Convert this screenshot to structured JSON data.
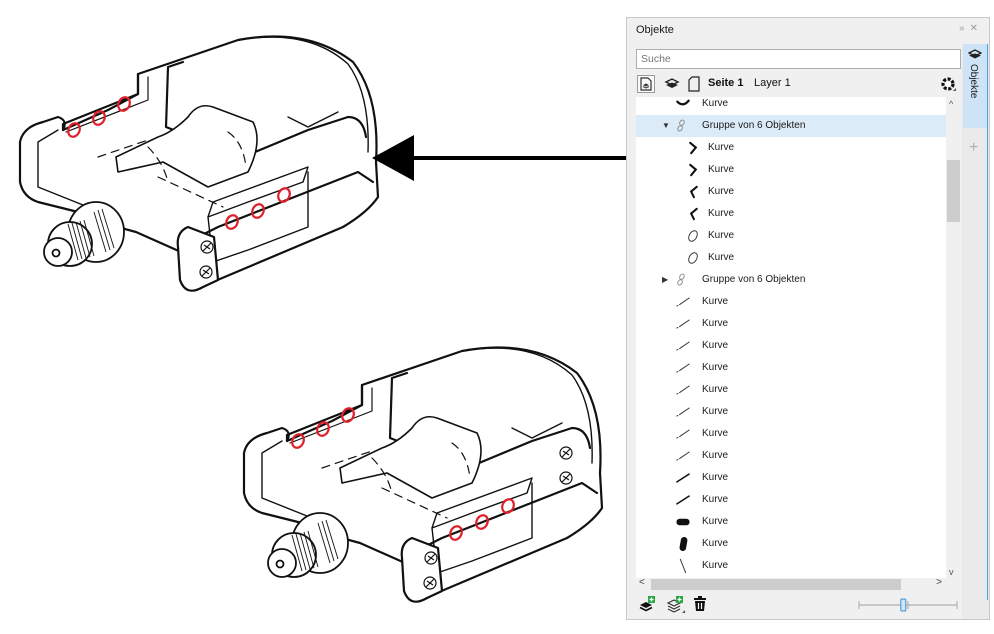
{
  "panel": {
    "title": "Objekte",
    "title_buttons": "⏵⏵ ✕",
    "search_placeholder": "Suche",
    "search_value": "Suche",
    "page_label": "Seite 1",
    "layer_label": "Layer 1",
    "side_tab_label": "Objekte",
    "side_add": "+"
  },
  "tree": [
    {
      "indent": 0,
      "icon": "curve-smile-icon",
      "label": "Kurve",
      "selected": false,
      "expander": ""
    },
    {
      "indent": 0,
      "icon": "group-link-icon",
      "label": "Gruppe von 6 Objekten",
      "selected": true,
      "expander": "▼"
    },
    {
      "indent": 1,
      "icon": "curve-chevron-right-icon",
      "label": "Kurve",
      "selected": false,
      "expander": ""
    },
    {
      "indent": 1,
      "icon": "curve-chevron-right-icon",
      "label": "Kurve",
      "selected": false,
      "expander": ""
    },
    {
      "indent": 1,
      "icon": "curve-chevron-left-icon",
      "label": "Kurve",
      "selected": false,
      "expander": ""
    },
    {
      "indent": 1,
      "icon": "curve-chevron-left-icon",
      "label": "Kurve",
      "selected": false,
      "expander": ""
    },
    {
      "indent": 1,
      "icon": "curve-oval-icon",
      "label": "Kurve",
      "selected": false,
      "expander": ""
    },
    {
      "indent": 1,
      "icon": "curve-oval-icon",
      "label": "Kurve",
      "selected": false,
      "expander": ""
    },
    {
      "indent": 0,
      "icon": "group-link-icon",
      "label": "Gruppe von 6 Objekten",
      "selected": false,
      "expander": "▶"
    },
    {
      "indent": 0,
      "icon": "curve-dashed-line-icon",
      "label": "Kurve",
      "selected": false,
      "expander": ""
    },
    {
      "indent": 0,
      "icon": "curve-dashed-line-icon",
      "label": "Kurve",
      "selected": false,
      "expander": ""
    },
    {
      "indent": 0,
      "icon": "curve-dashed-line-icon",
      "label": "Kurve",
      "selected": false,
      "expander": ""
    },
    {
      "indent": 0,
      "icon": "curve-dashed-line-icon",
      "label": "Kurve",
      "selected": false,
      "expander": ""
    },
    {
      "indent": 0,
      "icon": "curve-dashed-line-icon",
      "label": "Kurve",
      "selected": false,
      "expander": ""
    },
    {
      "indent": 0,
      "icon": "curve-dashed-line-icon",
      "label": "Kurve",
      "selected": false,
      "expander": ""
    },
    {
      "indent": 0,
      "icon": "curve-dashed-line-icon",
      "label": "Kurve",
      "selected": false,
      "expander": ""
    },
    {
      "indent": 0,
      "icon": "curve-dashed-line-icon",
      "label": "Kurve",
      "selected": false,
      "expander": ""
    },
    {
      "indent": 0,
      "icon": "curve-line-icon",
      "label": "Kurve",
      "selected": false,
      "expander": ""
    },
    {
      "indent": 0,
      "icon": "curve-line-icon",
      "label": "Kurve",
      "selected": false,
      "expander": ""
    },
    {
      "indent": 0,
      "icon": "curve-blob-horizontal-icon",
      "label": "Kurve",
      "selected": false,
      "expander": ""
    },
    {
      "indent": 0,
      "icon": "curve-blob-vertical-icon",
      "label": "Kurve",
      "selected": false,
      "expander": ""
    },
    {
      "indent": 0,
      "icon": "curve-backslash-icon",
      "label": "Kurve",
      "selected": false,
      "expander": ""
    }
  ],
  "scroll": {
    "vertical_up": "^",
    "vertical_down": "v",
    "horizontal_left": "<",
    "horizontal_right": ">"
  },
  "zoom_slider": {
    "value_fraction": 0.45
  },
  "colors": {
    "accent": "#42a5dc",
    "selection": "#dcebf8",
    "highlight_red": "#e0202a",
    "add_green": "#27a844"
  }
}
